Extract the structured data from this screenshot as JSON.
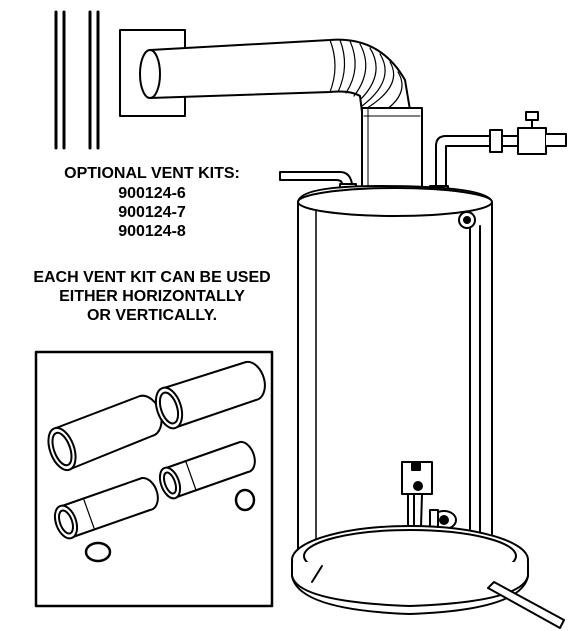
{
  "labels": {
    "kits_heading": "OPTIONAL VENT KITS:",
    "kit_parts": [
      "900124-6",
      "900124-7",
      "900124-8"
    ],
    "usage_lines": [
      "EACH VENT KIT CAN BE USED",
      "EITHER HORIZONTALLY",
      "OR VERTICALLY."
    ]
  },
  "colors": {
    "ink": "#000000",
    "paper": "#ffffff"
  }
}
